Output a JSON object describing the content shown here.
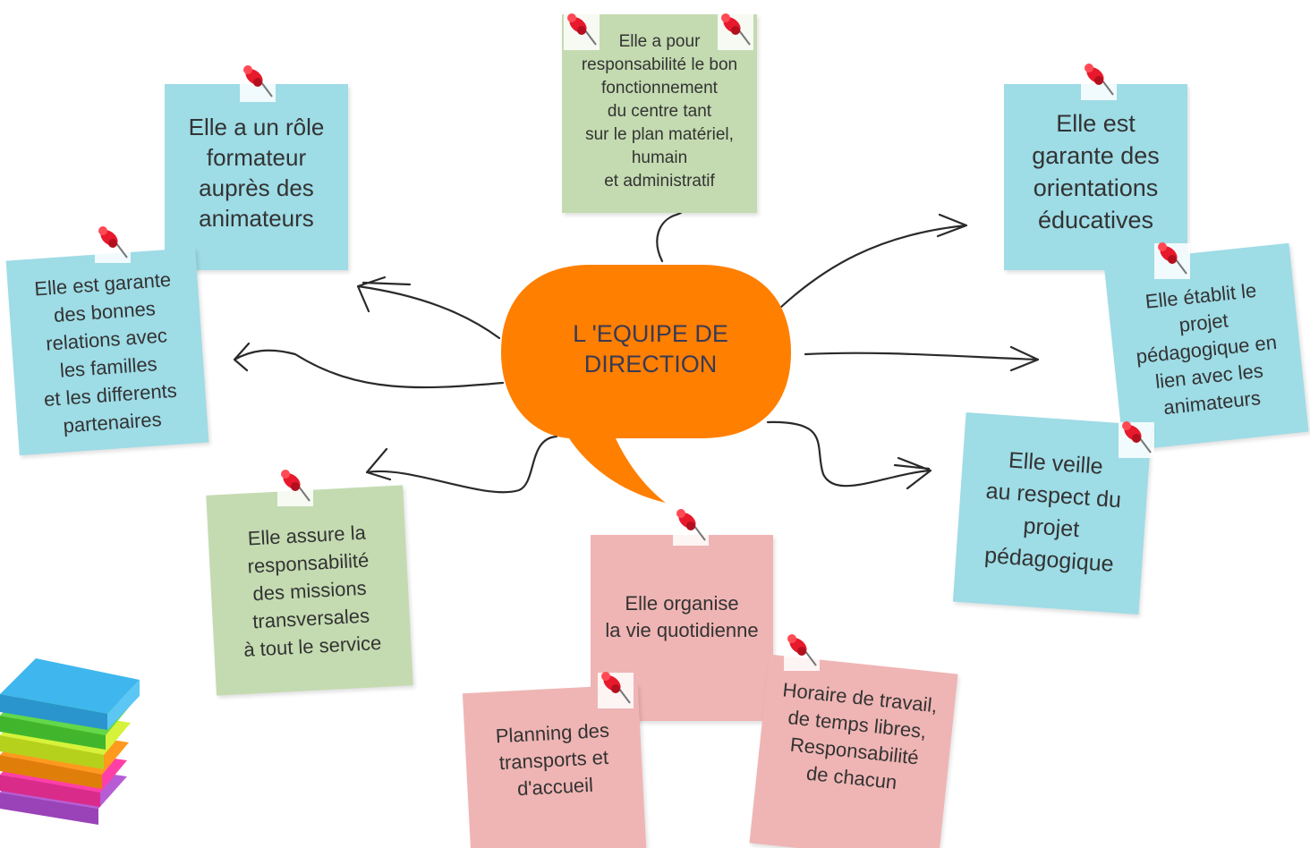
{
  "center": {
    "label": "L 'EQUIPE DE\nDIRECTION",
    "color": "#ff7f00"
  },
  "notes": {
    "formateur": {
      "text": "Elle a un rôle\nformateur\nauprès des\nanimateurs",
      "color": "#9edce6"
    },
    "fonctionnement": {
      "text": "Elle a pour\nresponsabilité le bon\nfonctionnement\ndu centre tant\nsur le plan matériel,\nhumain\net administratif",
      "color": "#c4dbb1"
    },
    "orientations": {
      "text": "Elle est\ngarante des\norientations\néducatives",
      "color": "#9edce6"
    },
    "relations": {
      "text": "Elle est garante\ndes bonnes\nrelations avec\nles familles\net les differents\npartenaires",
      "color": "#9edce6"
    },
    "projet_pedagogique": {
      "text": "Elle établit le\nprojet\npédagogique en\nlien avec les\nanimateurs",
      "color": "#9edce6"
    },
    "missions": {
      "text": "Elle assure la\nresponsabilité\ndes missions\ntransversales\nà tout le service",
      "color": "#c4dbb1"
    },
    "veille": {
      "text": "Elle veille\nau respect du\nprojet\npédagogique",
      "color": "#9edce6"
    },
    "vie_quotidienne": {
      "text": "Elle organise\nla vie quotidienne",
      "color": "#efb5b4"
    },
    "planning": {
      "text": "Planning des\ntransports et\nd'accueil",
      "color": "#efb5b4"
    },
    "horaires": {
      "text": "Horaire de travail,\nde temps libres,\nResponsabilité\nde chacun",
      "color": "#efb5b4"
    }
  },
  "icons": {
    "pin": "push-pin-icon",
    "stack": "sticky-notes-stack-icon"
  },
  "colors": {
    "connector": "#2a2a2a",
    "pin_red": "#e8192c",
    "note_blue": "#9edce6",
    "note_green": "#c4dbb1",
    "note_pink": "#efb5b4",
    "bubble_orange": "#ff7f00"
  }
}
